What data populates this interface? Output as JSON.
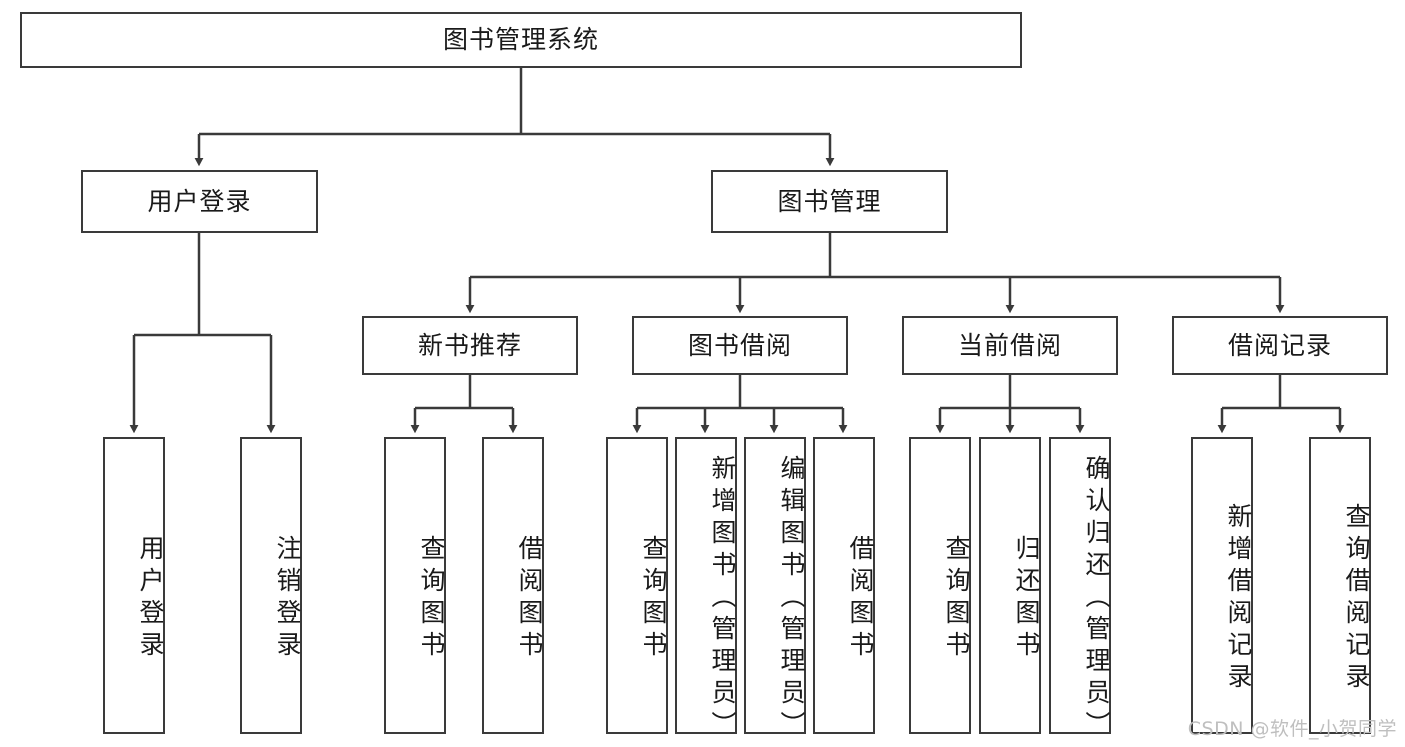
{
  "diagram": {
    "title": "图书管理系统",
    "type": "tree-hierarchy-chart",
    "line_color": "#3a3a3a",
    "box_fill": "#ffffff",
    "text_color": "#1a1a1a"
  },
  "nodes": {
    "root": {
      "label": "图书管理系统"
    },
    "level2": [
      {
        "label": "用户登录"
      },
      {
        "label": "图书管理"
      }
    ],
    "level3": [
      {
        "label": "新书推荐"
      },
      {
        "label": "图书借阅"
      },
      {
        "label": "当前借阅"
      },
      {
        "label": "借阅记录"
      }
    ],
    "leaves": {
      "user_login": [
        {
          "label": "用户登录"
        },
        {
          "label": "注销登录"
        }
      ],
      "new_book_recommend": [
        {
          "label": "查询图书"
        },
        {
          "label": "借阅图书"
        }
      ],
      "book_borrow": [
        {
          "label": "查询图书"
        },
        {
          "label": "新增图书（管理员）"
        },
        {
          "label": "编辑图书（管理员）"
        },
        {
          "label": "借阅图书"
        }
      ],
      "current_borrow": [
        {
          "label": "查询图书"
        },
        {
          "label": "归还图书"
        },
        {
          "label": "确认归还（管理员）"
        }
      ],
      "borrow_record": [
        {
          "label": "新增借阅记录"
        },
        {
          "label": "查询借阅记录"
        }
      ]
    }
  },
  "watermark": {
    "text": "CSDN @软件_小贺同学"
  }
}
